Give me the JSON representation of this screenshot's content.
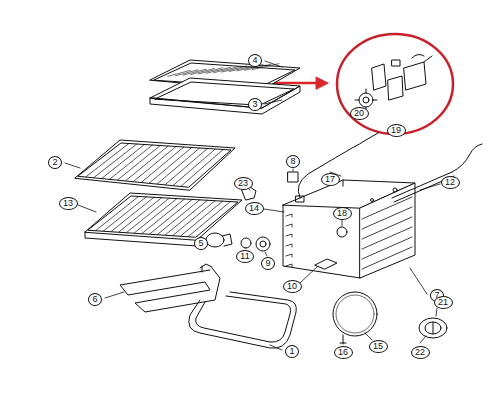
{
  "diagram": {
    "nodes": [
      {
        "text": [
          "4"
        ]
      },
      {
        "text": [
          "20"
        ]
      },
      {
        "text": [
          "3"
        ]
      },
      {
        "text": [
          "19"
        ]
      },
      {
        "text": [
          "2"
        ]
      },
      {
        "text": [
          "8"
        ]
      },
      {
        "text": [
          "17"
        ]
      },
      {
        "text": [
          "12"
        ]
      },
      {
        "text": [
          "23"
        ]
      },
      {
        "text": [
          "14"
        ]
      },
      {
        "text": [
          "13"
        ]
      },
      {
        "text": [
          "18"
        ]
      },
      {
        "text": [
          "5"
        ]
      },
      {
        "text": [
          "11"
        ]
      },
      {
        "text": [
          "9"
        ]
      },
      {
        "text": [
          "10"
        ]
      },
      {
        "text": [
          "7"
        ]
      },
      {
        "text": [
          "6"
        ]
      },
      {
        "text": [
          "21"
        ]
      },
      {
        "text": [
          "16"
        ]
      },
      {
        "text": [
          "15"
        ]
      },
      {
        "text": [
          "1"
        ]
      },
      {
        "text": [
          "22"
        ]
      }
    ]
  }
}
